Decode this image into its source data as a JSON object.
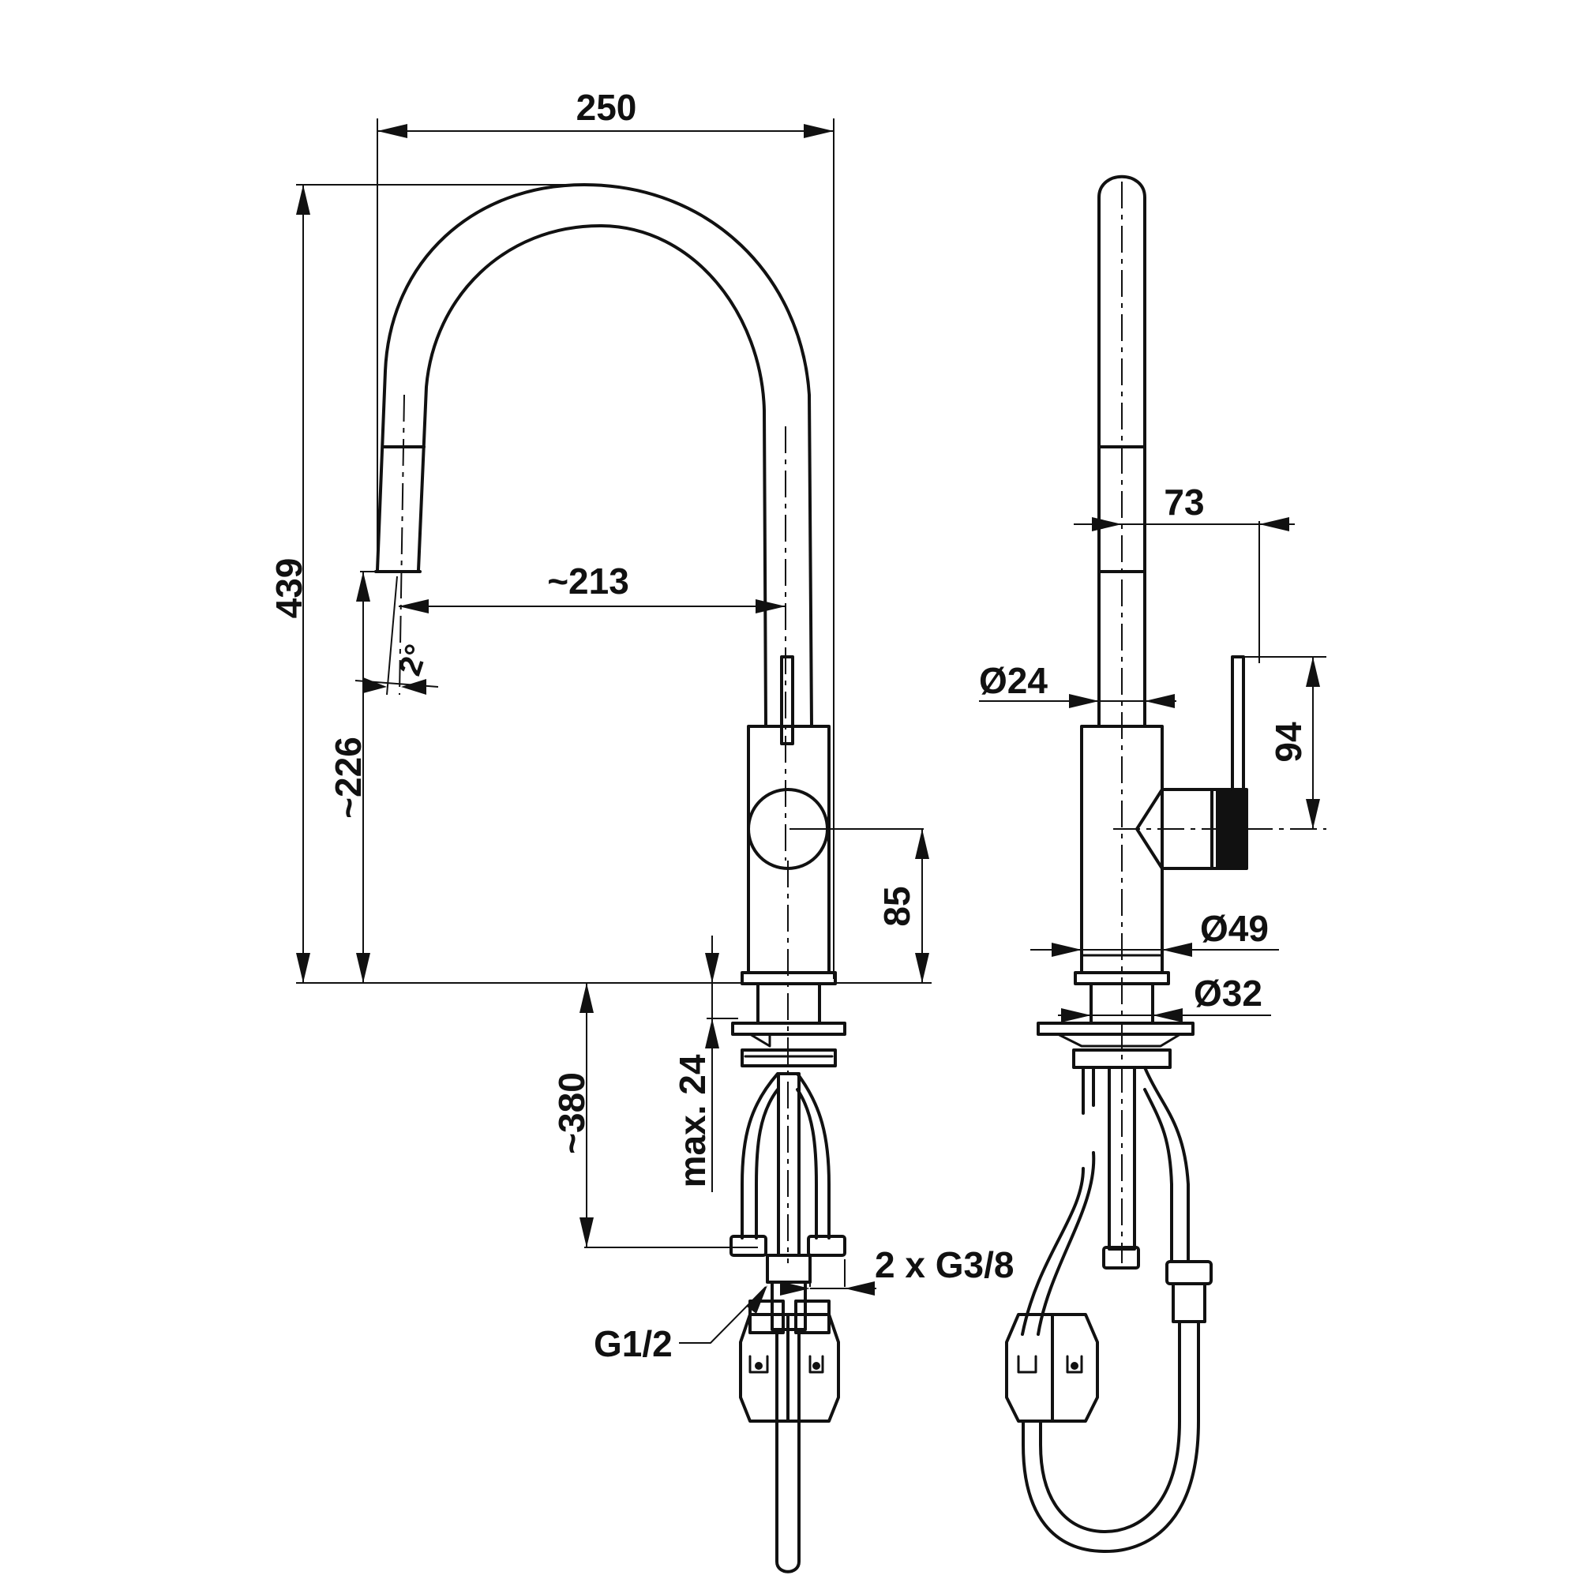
{
  "dimensions": {
    "width_overall": "250",
    "height_overall": "439",
    "spout_reach": "~213",
    "spout_angle": "2°",
    "spout_height": "~226",
    "lever_height": "85",
    "hose_length": "~380",
    "counter_thickness": "max. 24",
    "side_depth": "73",
    "spout_diameter": "Ø24",
    "lever_length": "94",
    "body_diameter": "Ø49",
    "shank_diameter": "Ø32"
  },
  "connections": {
    "supply_thread": "2 x G3/8",
    "outlet_thread": "G1/2"
  }
}
